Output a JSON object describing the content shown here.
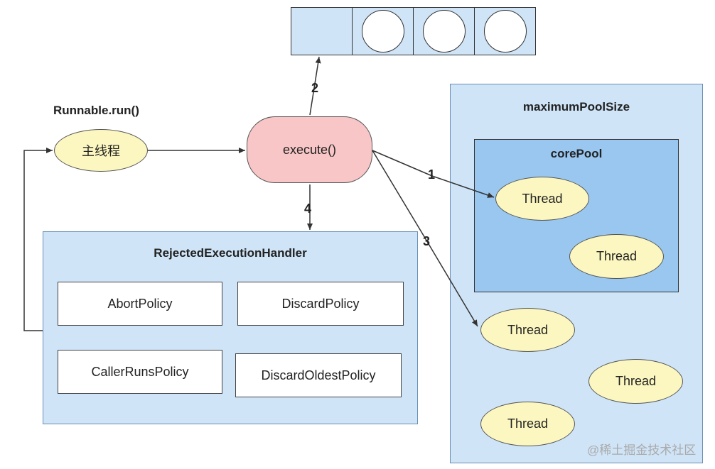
{
  "diagram": {
    "runnable_label": "Runnable.run()",
    "main_thread": "主线程",
    "execute": "execute()",
    "edge_labels": {
      "core": "1",
      "queue": "2",
      "max": "3",
      "reject": "4"
    },
    "handler": {
      "title": "RejectedExecutionHandler",
      "policies": [
        "AbortPolicy",
        "DiscardPolicy",
        "CallerRunsPolicy",
        "DiscardOldestPolicy"
      ]
    },
    "max_pool": {
      "title": "maximumPoolSize"
    },
    "core_pool": {
      "title": "corePool"
    },
    "thread_label": "Thread",
    "watermark": "@稀土掘金技术社区"
  },
  "colors": {
    "queue_fill": "#cfe4f7",
    "execute_fill": "#f8c6c6",
    "ellipse_fill": "#fcf7c0",
    "core_fill": "#99c7f0",
    "pool_fill": "#cfe4f7"
  }
}
